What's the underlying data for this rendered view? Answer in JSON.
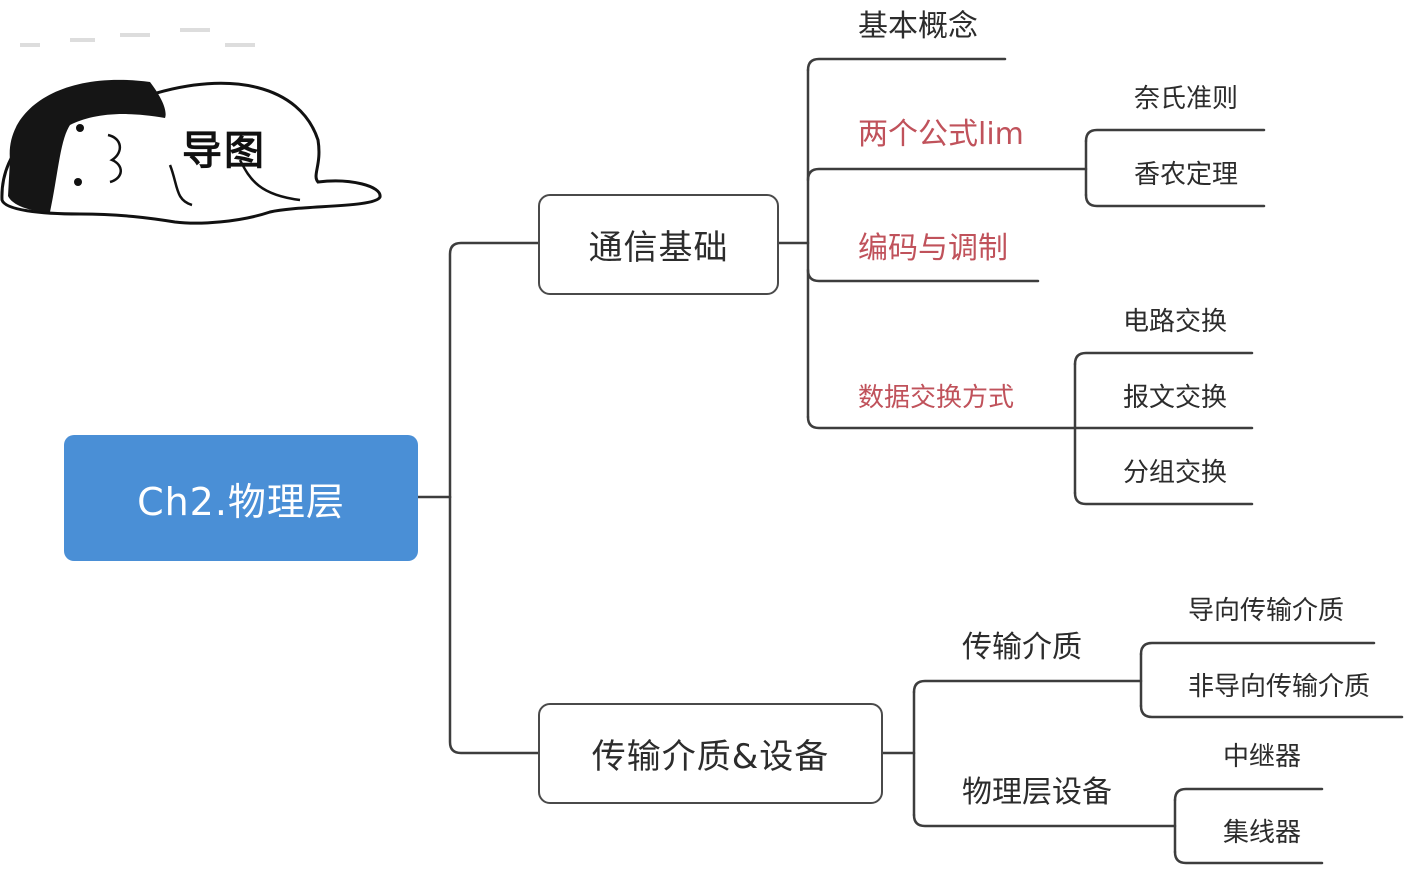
{
  "mascot": {
    "caption": "导图"
  },
  "root": {
    "label": "Ch2.物理层",
    "color": "#4a8fd6"
  },
  "branches": {
    "basics": {
      "label": "通信基础",
      "children": {
        "concepts": "基本概念",
        "formulas": {
          "label": "两个公式lim",
          "children": [
            "奈氏准则",
            "香农定理"
          ]
        },
        "encoding": "编码与调制",
        "switching": {
          "label": "数据交换方式",
          "children": [
            "电路交换",
            "报文交换",
            "分组交换"
          ]
        }
      }
    },
    "media": {
      "label": "传输介质&设备",
      "children": {
        "transmission": {
          "label": "传输介质",
          "children": [
            "导向传输介质",
            "非导向传输介质"
          ]
        },
        "devices": {
          "label": "物理层设备",
          "children": [
            "中继器",
            "集线器"
          ]
        }
      }
    }
  },
  "colors": {
    "line": "#3d3d3d",
    "highlight_text": "#c0525b",
    "text": "#2c2c2c"
  }
}
